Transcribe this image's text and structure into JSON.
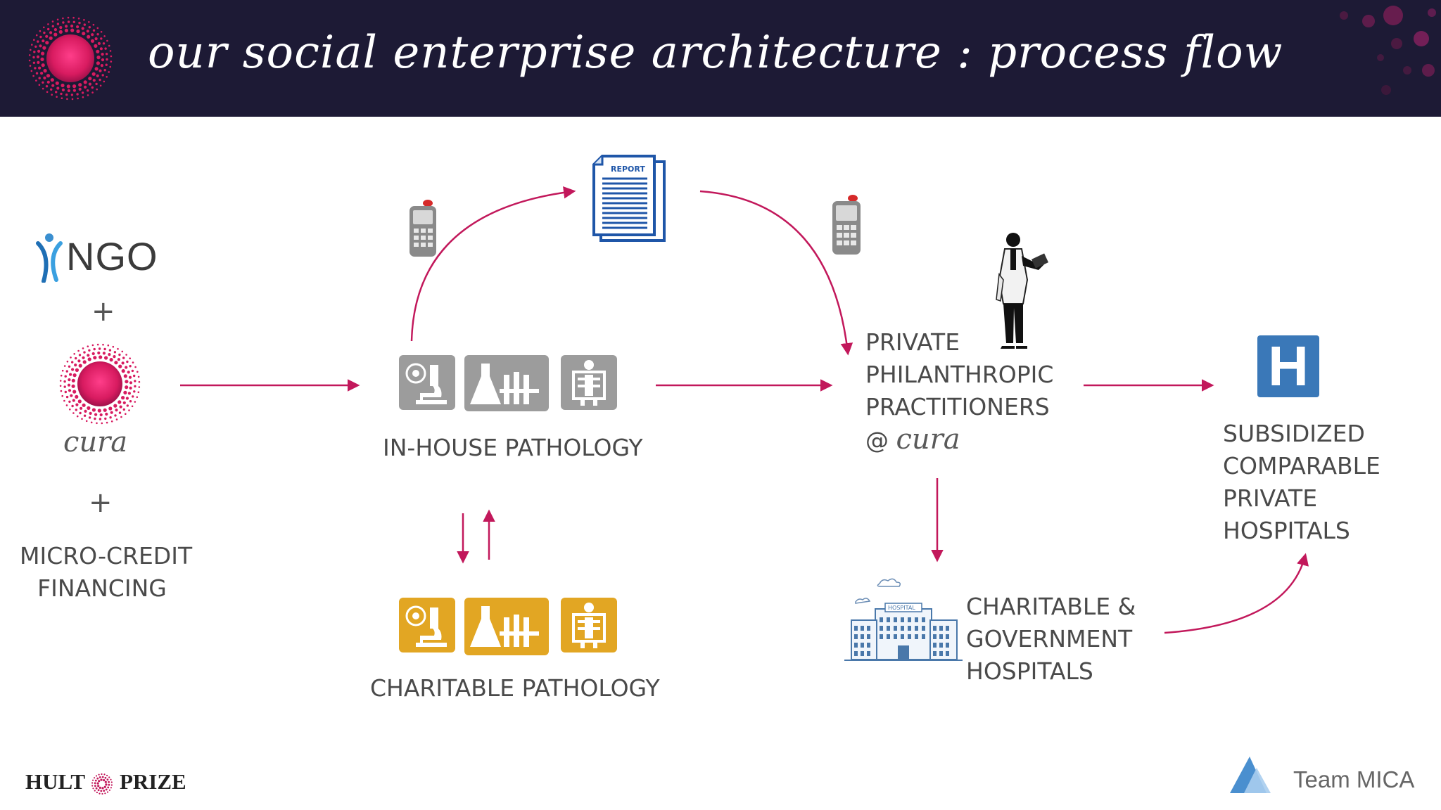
{
  "header": {
    "title": "our social enterprise architecture : process flow"
  },
  "left": {
    "ngo_logo_text": "NGO",
    "plus_1": "+",
    "cura_logo_text": "cura",
    "plus_2": "+",
    "financing_line1": "MICRO-CREDIT",
    "financing_line2": "FINANCING"
  },
  "pathology": {
    "in_house_label": "IN-HOUSE PATHOLOGY",
    "charitable_label": "CHARITABLE PATHOLOGY",
    "report_label": "REPORT"
  },
  "practitioners": {
    "line1": "PRIVATE",
    "line2": "PHILANTHROPIC",
    "line3": "PRACTITIONERS",
    "line4_at": "@",
    "line4_brand": "cura"
  },
  "charitable_hospitals": {
    "line1": "CHARITABLE &",
    "line2": "GOVERNMENT",
    "line3": "HOSPITALS",
    "sign": "HOSPITAL"
  },
  "private_hospitals": {
    "icon_letter": "H",
    "line1": "SUBSIDIZED",
    "line2": "COMPARABLE",
    "line3": "PRIVATE",
    "line4": "HOSPITALS"
  },
  "footer": {
    "hult_left": "HULT",
    "hult_right": "PRIZE",
    "team": "Team MICA"
  },
  "colors": {
    "header_bg": "#1d1a35",
    "accent_magenta": "#c2185b",
    "arrow": "#c2185b",
    "tile_grey": "#9c9c9c",
    "tile_gold": "#e2a623",
    "hospital_blue": "#3a78b8"
  }
}
